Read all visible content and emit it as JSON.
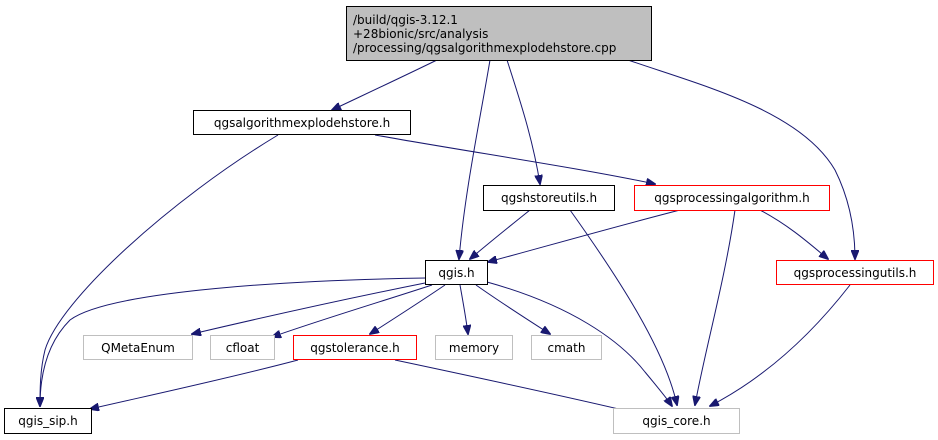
{
  "diagram": {
    "type": "include-dependency-graph",
    "colors": {
      "edge": "#191970",
      "root_fill": "#bfbfbf",
      "documented_border": "#000000",
      "truncated_border": "#ff0000",
      "undocumented_border": "#bfbfbf"
    },
    "nodes": {
      "root": {
        "lines": [
          "/build/qgis-3.12.1",
          "+28bionic/src/analysis",
          "/processing/qgsalgorithmexplodehstore.cpp"
        ]
      },
      "explodehstore_h": {
        "label": "qgsalgorithmexplodehstore.h"
      },
      "hstoreutils_h": {
        "label": "qgshstoreutils.h"
      },
      "processingalgorithm_h": {
        "label": "qgsprocessingalgorithm.h"
      },
      "qgis_h": {
        "label": "qgis.h"
      },
      "processingutils_h": {
        "label": "qgsprocessingutils.h"
      },
      "qmetaenum": {
        "label": "QMetaEnum"
      },
      "cfloat": {
        "label": "cfloat"
      },
      "tolerance_h": {
        "label": "qgstolerance.h"
      },
      "memory": {
        "label": "memory"
      },
      "cmath": {
        "label": "cmath"
      },
      "qgis_sip_h": {
        "label": "qgis_sip.h"
      },
      "qgis_core_h": {
        "label": "qgis_core.h"
      }
    },
    "edges": [
      [
        "root",
        "explodehstore_h"
      ],
      [
        "root",
        "qgis_h"
      ],
      [
        "root",
        "hstoreutils_h"
      ],
      [
        "root",
        "processingutils_h"
      ],
      [
        "explodehstore_h",
        "processingalgorithm_h"
      ],
      [
        "explodehstore_h",
        "qgis_sip_h"
      ],
      [
        "hstoreutils_h",
        "qgis_h"
      ],
      [
        "hstoreutils_h",
        "qgis_core_h"
      ],
      [
        "processingalgorithm_h",
        "qgis_h"
      ],
      [
        "processingalgorithm_h",
        "processingutils_h"
      ],
      [
        "processingalgorithm_h",
        "qgis_core_h"
      ],
      [
        "qgis_h",
        "qmetaenum"
      ],
      [
        "qgis_h",
        "cfloat"
      ],
      [
        "qgis_h",
        "tolerance_h"
      ],
      [
        "qgis_h",
        "memory"
      ],
      [
        "qgis_h",
        "cmath"
      ],
      [
        "qgis_h",
        "qgis_sip_h"
      ],
      [
        "qgis_h",
        "qgis_core_h"
      ],
      [
        "processingutils_h",
        "qgis_core_h"
      ],
      [
        "tolerance_h",
        "qgis_sip_h"
      ],
      [
        "tolerance_h",
        "qgis_core_h"
      ]
    ]
  }
}
